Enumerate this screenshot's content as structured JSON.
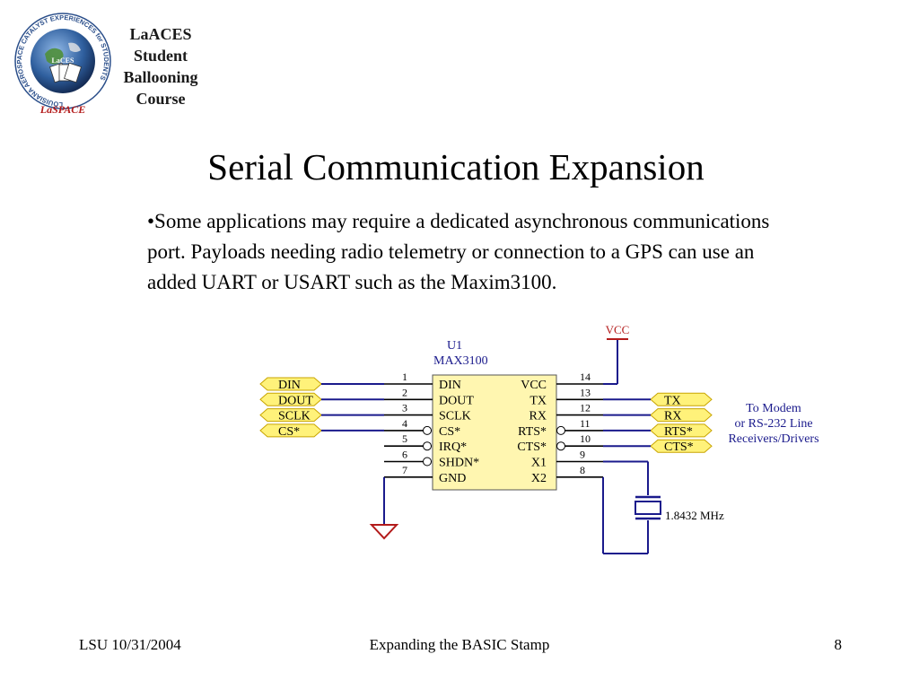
{
  "header": {
    "logo_ring_text": "LOUISIANA AEROSPACE CATALYST EXPERIENCES for STUDENTS",
    "logo_card_text": "LaCES",
    "logo_brand": "LaSPACE",
    "course_lines": [
      "LaACES",
      "Student",
      "Ballooning",
      "Course"
    ]
  },
  "slide": {
    "title": "Serial Communication Expansion",
    "bullet": "•Some applications may require a dedicated asynchronous communications port. Payloads needing radio telemetry or connection to a GPS can use an added UART or USART such as the Maxim3100."
  },
  "schematic": {
    "power_label": "VCC",
    "chip_ref": "U1",
    "chip_part": "MAX3100",
    "left_pins": [
      {
        "num": "1",
        "name": "DIN"
      },
      {
        "num": "2",
        "name": "DOUT"
      },
      {
        "num": "3",
        "name": "SCLK"
      },
      {
        "num": "4",
        "name": "CS*"
      },
      {
        "num": "5",
        "name": "IRQ*"
      },
      {
        "num": "6",
        "name": "SHDN*"
      },
      {
        "num": "7",
        "name": "GND"
      }
    ],
    "right_pins": [
      {
        "num": "14",
        "name": "VCC"
      },
      {
        "num": "13",
        "name": "TX"
      },
      {
        "num": "12",
        "name": "RX"
      },
      {
        "num": "11",
        "name": "RTS*"
      },
      {
        "num": "10",
        "name": "CTS*"
      },
      {
        "num": "9",
        "name": "X1"
      },
      {
        "num": "8",
        "name": "X2"
      }
    ],
    "left_ports": [
      "DIN",
      "DOUT",
      "SCLK",
      "CS*"
    ],
    "right_ports": [
      "TX",
      "RX",
      "RTS*",
      "CTS*"
    ],
    "note_lines": [
      "To Modem",
      "or RS-232 Line",
      "Receivers/Drivers"
    ],
    "crystal_label": "1.8432 MHz",
    "colors": {
      "wire": "#1a1a8c",
      "pin_line": "#000000",
      "chip_fill": "#fff6b0",
      "port_fill": "#fff27a",
      "port_stroke": "#c8a400",
      "power": "#b31b1b",
      "note": "#1a1a8c"
    }
  },
  "footer": {
    "left": "LSU 10/31/2004",
    "center": "Expanding the BASIC Stamp",
    "right": "8"
  }
}
